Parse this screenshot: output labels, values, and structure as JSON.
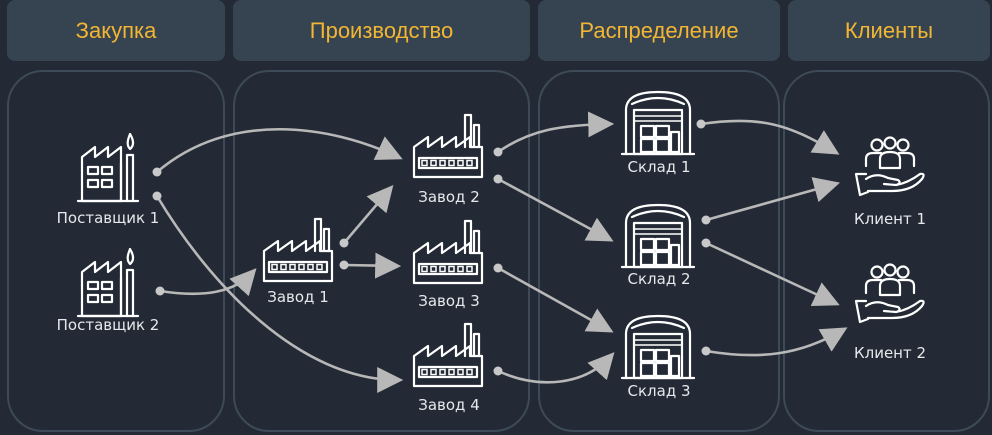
{
  "stages": {
    "procurement": "Закупка",
    "production": "Производство",
    "distribution": "Распределение",
    "clients": "Клиенты"
  },
  "nodes": {
    "supplier1": "Поставщик 1",
    "supplier2": "Поставщик 2",
    "plant1": "Завод 1",
    "plant2": "Завод 2",
    "plant3": "Завод 3",
    "plant4": "Завод 4",
    "warehouse1": "Склад 1",
    "warehouse2": "Склад 2",
    "warehouse3": "Склад 3",
    "client1": "Клиент 1",
    "client2": "Клиент 2"
  },
  "icons": {
    "supplier": "factory-with-flame-icon",
    "plant": "factory-icon",
    "warehouse": "warehouse-icon",
    "client": "client-hand-people-icon"
  },
  "colors": {
    "background": "#232a35",
    "header": "#364452",
    "header_text": "#f2b632",
    "panel_border": "#3d4a57",
    "arrow": "#b8b8b8",
    "icon": "#ffffff"
  }
}
